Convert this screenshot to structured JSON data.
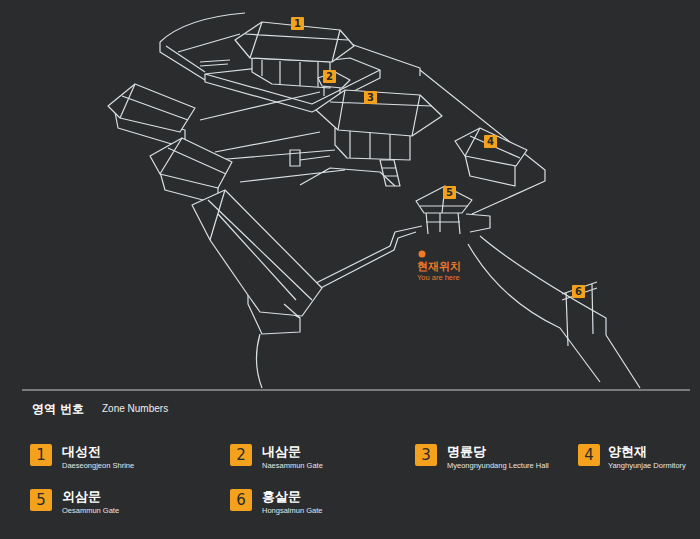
{
  "diagram": {
    "labels": [
      "1",
      "2",
      "3",
      "4",
      "5",
      "6",
      "현재위치",
      "You are here",
      "영역 번호",
      "Zone Numbers",
      "1",
      "대성전",
      "Daeseongjeon Shrine",
      "2",
      "내삼문",
      "Naesammun Gate",
      "3",
      "명륜당",
      "Myeongnyundang Lecture Hall",
      "4",
      "양현재",
      "Yanghyunjae Dormitory",
      "5",
      "외삼문",
      "Oesammun Gate",
      "6",
      "홍살문",
      "Hongsalmun Gate"
    ]
  }
}
